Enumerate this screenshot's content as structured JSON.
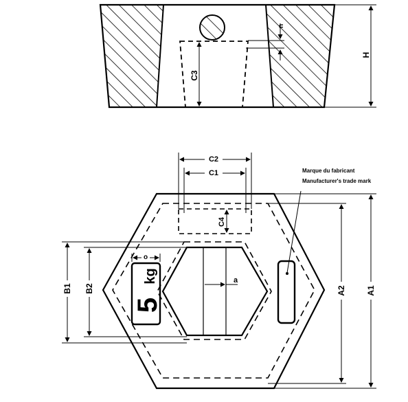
{
  "top_view": {
    "dim_n": "n",
    "dim_c3": "C3",
    "dim_h": "H"
  },
  "front_view": {
    "dim_c2": "C2",
    "dim_c1": "C1",
    "dim_c4": "C4",
    "dim_a": "a",
    "dim_o": "o",
    "dim_b1": "B1",
    "dim_b2": "B2",
    "dim_a1": "A1",
    "dim_a2": "A2"
  },
  "marking": {
    "mass_digit": "5",
    "mass_unit": "kg"
  },
  "notes": {
    "maker_fr": "Marque du fabricant",
    "maker_en": "Manufacturer's trade mark"
  }
}
